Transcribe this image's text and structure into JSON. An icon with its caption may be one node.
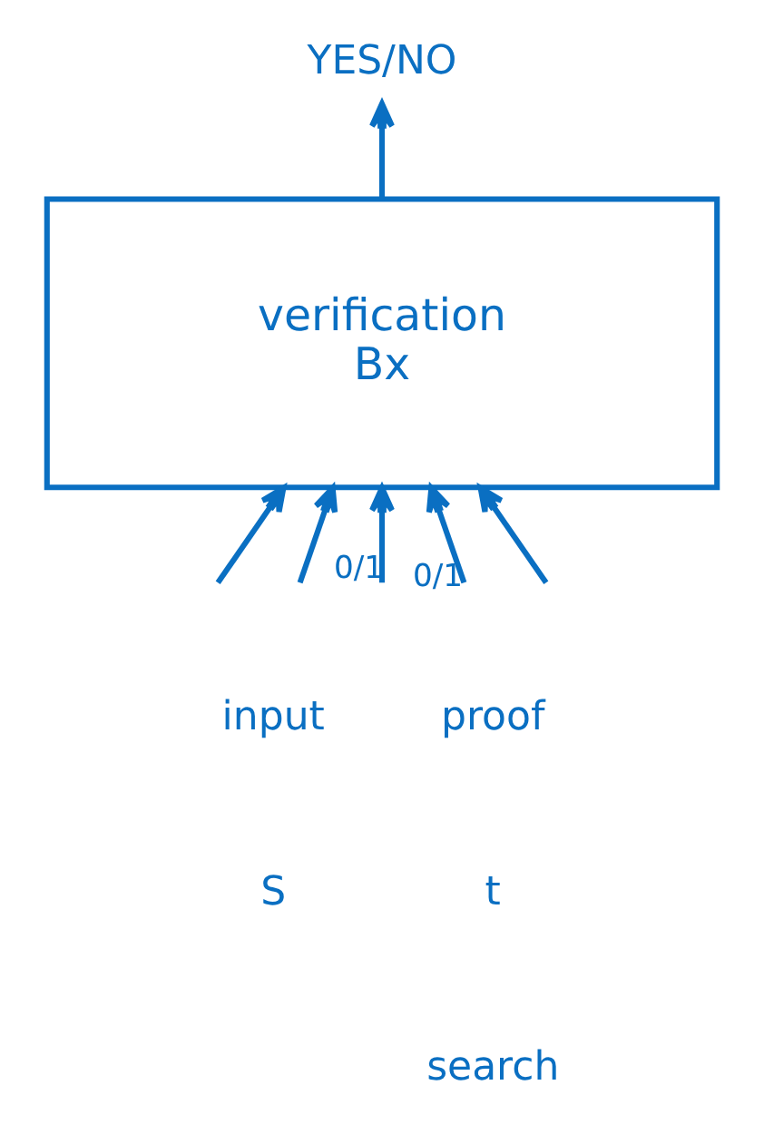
{
  "diagram": {
    "nodes": [
      {
        "text": [
          "verification",
          "Bx"
        ]
      },
      {
        "text": [
          "YES/NO"
        ]
      }
    ],
    "edges": [
      {
        "from": 0,
        "to": 1,
        "arrow": "to"
      },
      {
        "from": null,
        "to": 0,
        "arrow": "to"
      },
      {
        "from": null,
        "to": 0,
        "arrow": "to"
      },
      {
        "from": null,
        "to": 0,
        "arrow": "to",
        "label": "0/1"
      },
      {
        "from": null,
        "to": 0,
        "arrow": "to",
        "label": "0/1"
      },
      {
        "from": null,
        "to": 0,
        "arrow": "to"
      }
    ],
    "labels": [
      "input",
      "proof",
      "S",
      "t",
      "search"
    ]
  }
}
